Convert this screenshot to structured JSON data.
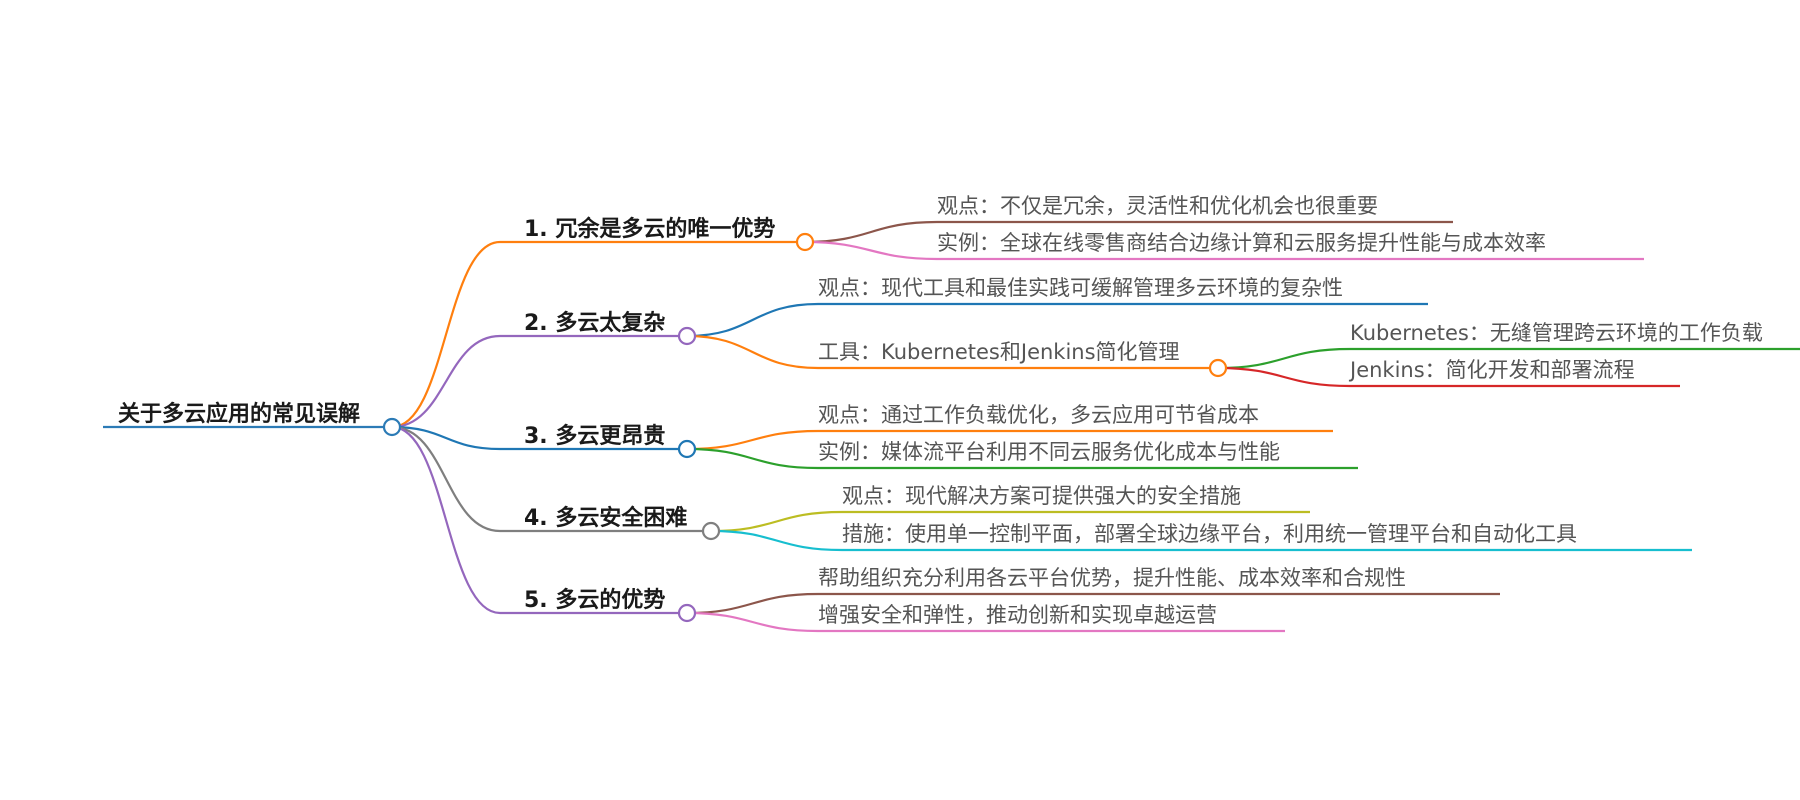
{
  "mindmap": {
    "root": {
      "label": "关于多云应用的常见误解",
      "color": "#2c7bb6"
    },
    "branches": [
      {
        "label": "1. 冗余是多云的唯一优势",
        "color": "#ff7f0e",
        "children": [
          {
            "label": "观点：不仅是冗余，灵活性和优化机会也很重要",
            "color": "#8c564b"
          },
          {
            "label": "实例：全球在线零售商结合边缘计算和云服务提升性能与成本效率",
            "color": "#e377c2"
          }
        ]
      },
      {
        "label": "2. 多云太复杂",
        "color": "#9467bd",
        "children": [
          {
            "label": "观点：现代工具和最佳实践可缓解管理多云环境的复杂性",
            "color": "#1f77b4"
          },
          {
            "label": "工具：Kubernetes和Jenkins简化管理",
            "color": "#ff7f0e",
            "children": [
              {
                "label": "Kubernetes：无缝管理跨云环境的工作负载",
                "color": "#2ca02c"
              },
              {
                "label": "Jenkins：简化开发和部署流程",
                "color": "#d62728"
              }
            ]
          }
        ]
      },
      {
        "label": "3. 多云更昂贵",
        "color": "#1f77b4",
        "children": [
          {
            "label": "观点：通过工作负载优化，多云应用可节省成本",
            "color": "#ff7f0e"
          },
          {
            "label": "实例：媒体流平台利用不同云服务优化成本与性能",
            "color": "#2ca02c"
          }
        ]
      },
      {
        "label": "4. 多云安全困难",
        "color": "#7f7f7f",
        "children": [
          {
            "label": "观点：现代解决方案可提供强大的安全措施",
            "color": "#bcbd22"
          },
          {
            "label": "措施：使用单一控制平面，部署全球边缘平台，利用统一管理平台和自动化工具",
            "color": "#17becf"
          }
        ]
      },
      {
        "label": "5. 多云的优势",
        "color": "#9467bd",
        "children": [
          {
            "label": "帮助组织充分利用各云平台优势，提升性能、成本效率和合规性",
            "color": "#8c564b"
          },
          {
            "label": "增强安全和弹性，推动创新和实现卓越运营",
            "color": "#e377c2"
          }
        ]
      }
    ]
  }
}
